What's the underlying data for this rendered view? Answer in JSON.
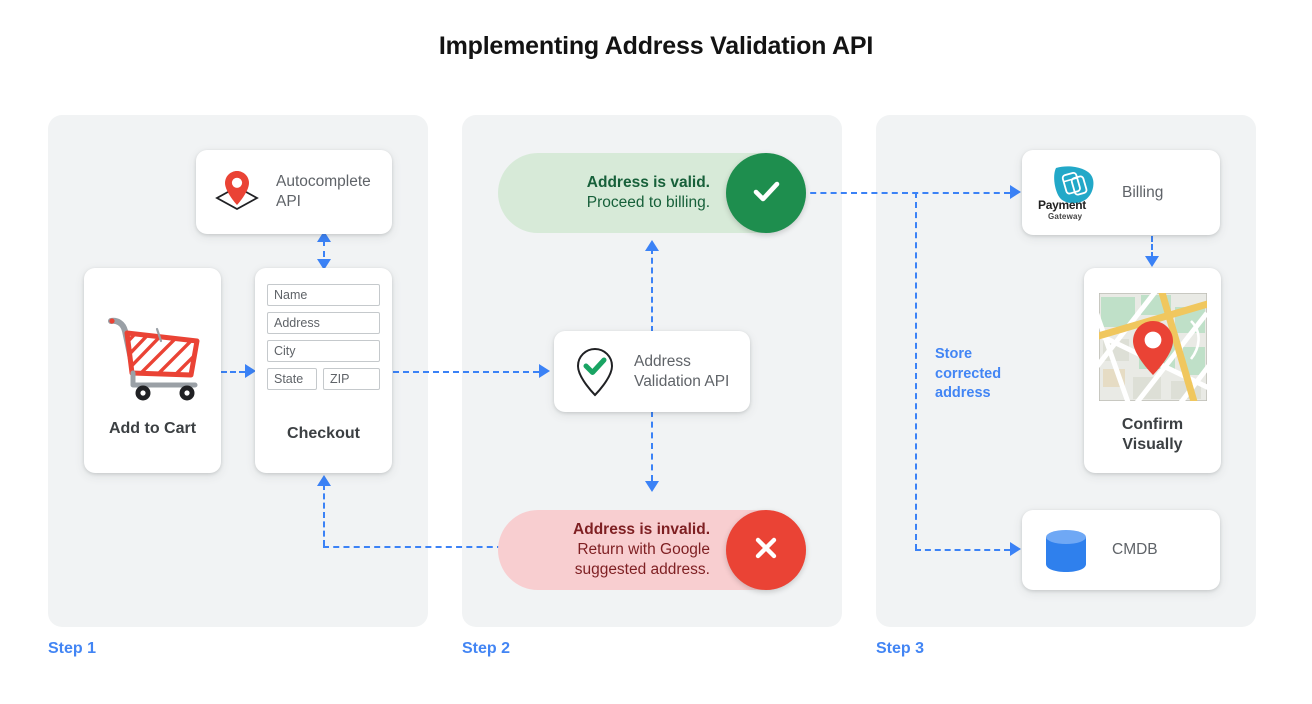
{
  "page": {
    "title": "Implementing Address Validation API",
    "accent_blue": "#4285f4",
    "connector_blue": "#3b82f6",
    "panel_bg": "#f1f3f4",
    "green_pill_bg": "#d7ead8",
    "green_badge": "#1e8e4e",
    "red_pill_bg": "#f8ced0",
    "red_badge": "#ea4335"
  },
  "steps": [
    {
      "label": "Step 1"
    },
    {
      "label": "Step 2"
    },
    {
      "label": "Step 3"
    }
  ],
  "step1": {
    "autocomplete": {
      "label_line1": "Autocomplete",
      "label_line2": "API",
      "icon": "map-pin-on-diamond-icon"
    },
    "cart": {
      "label": "Add to Cart",
      "icon": "shopping-cart-icon"
    },
    "checkout": {
      "label": "Checkout",
      "fields": [
        {
          "name": "name-field",
          "placeholder": "Name"
        },
        {
          "name": "address-field",
          "placeholder": "Address"
        },
        {
          "name": "city-field",
          "placeholder": "City"
        },
        {
          "name": "state-field",
          "placeholder": "State"
        },
        {
          "name": "zip-field",
          "placeholder": "ZIP"
        }
      ]
    }
  },
  "step2": {
    "valid": {
      "line1": "Address is valid.",
      "line2": "Proceed to billing.",
      "badge_icon": "check-icon"
    },
    "validation_api": {
      "label_line1": "Address",
      "label_line2": "Validation API",
      "icon": "pin-check-icon"
    },
    "invalid": {
      "line1": "Address is invalid.",
      "line2": "Return with Google",
      "line3": "suggested address.",
      "badge_icon": "close-icon"
    }
  },
  "step3": {
    "billing": {
      "label": "Billing",
      "logo_word": "Payment",
      "logo_sub": "Gateway",
      "icon": "payment-gateway-logo-icon"
    },
    "confirm": {
      "label_line1": "Confirm",
      "label_line2": "Visually",
      "icon": "map-thumbnail-icon"
    },
    "cmdb": {
      "label": "CMDB",
      "icon": "database-cylinder-icon"
    },
    "store_note": {
      "line1": "Store",
      "line2": "corrected",
      "line3": "address"
    }
  }
}
